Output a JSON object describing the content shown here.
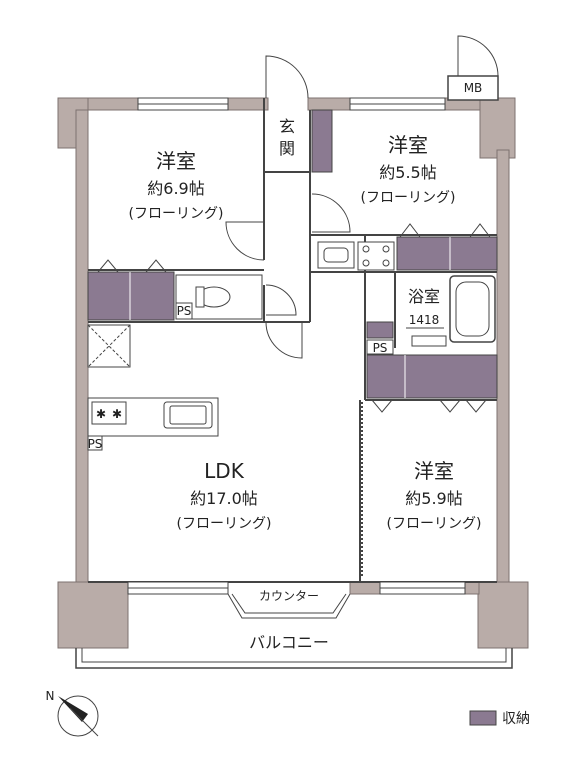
{
  "rooms": {
    "western1": {
      "name": "洋室",
      "size": "約6.9帖",
      "floor": "(フローリング)"
    },
    "western2": {
      "name": "洋室",
      "size": "約5.5帖",
      "floor": "(フローリング)"
    },
    "western3": {
      "name": "洋室",
      "size": "約5.9帖",
      "floor": "(フローリング)"
    },
    "ldk": {
      "name": "LDK",
      "size": "約17.0帖",
      "floor": "(フローリング)"
    },
    "entrance": {
      "line1": "玄",
      "line2": "関"
    },
    "bath": {
      "name": "浴室",
      "size": "1418"
    }
  },
  "labels": {
    "mb": "MB",
    "ps1": "PS",
    "ps2": "PS",
    "ps3": "PS",
    "counter": "カウンター",
    "balcony": "バルコニー",
    "compass_n": "N"
  },
  "legend": {
    "label": "収納",
    "color": "#8b7a91"
  },
  "colors": {
    "wall": "#b9aca8",
    "storage": "#8b7a91",
    "line": "#444444"
  }
}
